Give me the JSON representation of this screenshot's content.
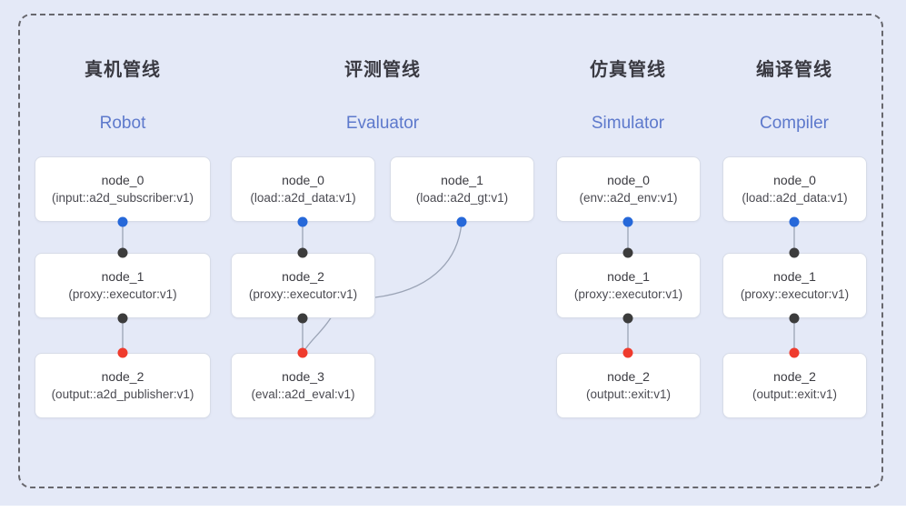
{
  "pipelines": [
    {
      "title_zh": "真机管线",
      "title_en": "Robot",
      "nodes": [
        {
          "name": "node_0",
          "impl": "(input::a2d_subscriber:v1)"
        },
        {
          "name": "node_1",
          "impl": "(proxy::executor:v1)"
        },
        {
          "name": "node_2",
          "impl": "(output::a2d_publisher:v1)"
        }
      ]
    },
    {
      "title_zh": "评测管线",
      "title_en": "Evaluator",
      "nodes": [
        {
          "name": "node_0",
          "impl": "(load::a2d_data:v1)"
        },
        {
          "name": "node_1",
          "impl": "(load::a2d_gt:v1)"
        },
        {
          "name": "node_2",
          "impl": "(proxy::executor:v1)"
        },
        {
          "name": "node_3",
          "impl": "(eval::a2d_eval:v1)"
        }
      ]
    },
    {
      "title_zh": "仿真管线",
      "title_en": "Simulator",
      "nodes": [
        {
          "name": "node_0",
          "impl": "(env::a2d_env:v1)"
        },
        {
          "name": "node_1",
          "impl": "(proxy::executor:v1)"
        },
        {
          "name": "node_2",
          "impl": "(output::exit:v1)"
        }
      ]
    },
    {
      "title_zh": "编译管线",
      "title_en": "Compiler",
      "nodes": [
        {
          "name": "node_0",
          "impl": "(load::a2d_data:v1)"
        },
        {
          "name": "node_1",
          "impl": "(proxy::executor:v1)"
        },
        {
          "name": "node_2",
          "impl": "(output::exit:v1)"
        }
      ]
    }
  ],
  "colors": {
    "bg": "#e4e9f7",
    "title-en": "#5d79cc",
    "port-blue": "#2668d9",
    "port-dark": "#3c3c3c",
    "port-red": "#ef3b2d",
    "edge": "#9ba4b6"
  }
}
